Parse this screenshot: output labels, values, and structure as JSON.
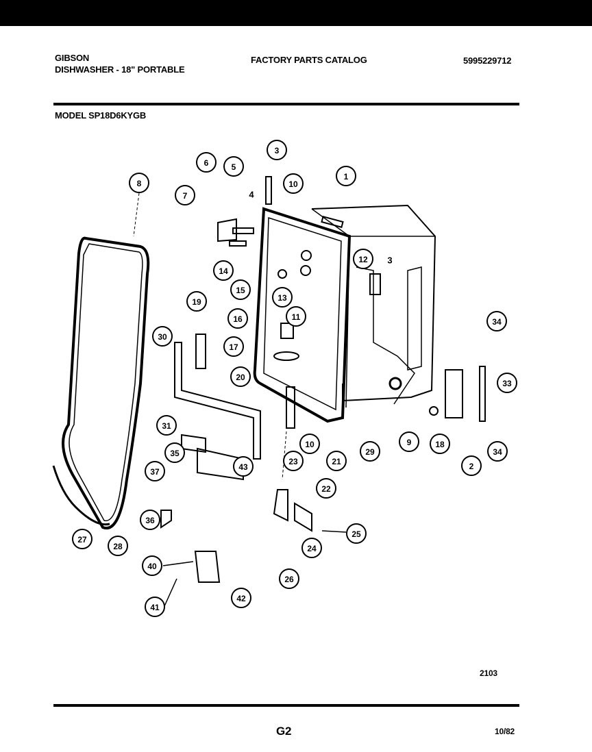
{
  "header": {
    "brand": "GIBSON",
    "product": "DISHWASHER - 18\" PORTABLE",
    "catalog_title": "FACTORY PARTS CATALOG",
    "catalog_number": "5995229712",
    "model": "MODEL SP18D6KYGB"
  },
  "diagram": {
    "callouts": [
      "8",
      "7",
      "6",
      "5",
      "3",
      "10",
      "1",
      "12",
      "14",
      "15",
      "13",
      "11",
      "16",
      "19",
      "17",
      "30",
      "20",
      "34",
      "33",
      "34",
      "10",
      "23",
      "21",
      "29",
      "9",
      "18",
      "2",
      "31",
      "35",
      "43",
      "37",
      "22",
      "36",
      "25",
      "24",
      "27",
      "28",
      "26",
      "40",
      "42",
      "41"
    ],
    "plain_labels": [
      "4",
      "3"
    ],
    "drawing_number": "2103"
  },
  "footer": {
    "page": "G2",
    "date": "10/82"
  }
}
